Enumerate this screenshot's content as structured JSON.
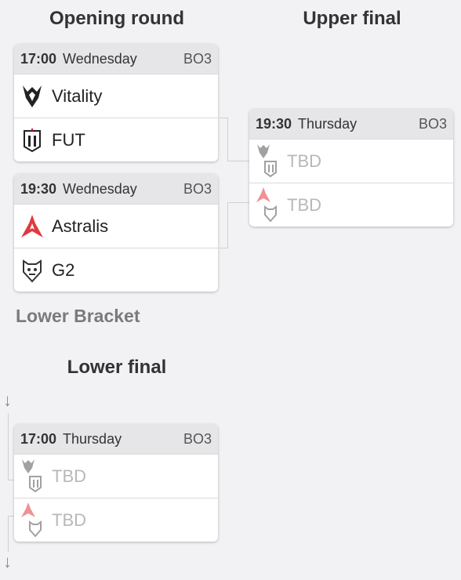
{
  "rounds": {
    "opening_round": "Opening round",
    "upper_final": "Upper final",
    "lower_final": "Lower final"
  },
  "lower_bracket_label": "Lower Bracket",
  "matches": [
    {
      "time": "17:00",
      "day": "Wednesday",
      "format": "BO3",
      "teams": [
        {
          "name": "Vitality",
          "logo": "vitality-logo"
        },
        {
          "name": "FUT",
          "logo": "fut-logo"
        }
      ]
    },
    {
      "time": "19:30",
      "day": "Wednesday",
      "format": "BO3",
      "teams": [
        {
          "name": "Astralis",
          "logo": "astralis-logo"
        },
        {
          "name": "G2",
          "logo": "g2-logo"
        }
      ]
    },
    {
      "time": "19:30",
      "day": "Thursday",
      "format": "BO3",
      "teams": [
        {
          "name": "TBD",
          "logo": "vitality-fut-logo"
        },
        {
          "name": "TBD",
          "logo": "astralis-g2-logo"
        }
      ]
    },
    {
      "time": "17:00",
      "day": "Thursday",
      "format": "BO3",
      "teams": [
        {
          "name": "TBD",
          "logo": "vitality-fut-logo"
        },
        {
          "name": "TBD",
          "logo": "astralis-g2-logo"
        }
      ]
    }
  ],
  "colors": {
    "astralis_red": "#e2383f",
    "vitality": "#222222",
    "fut_red": "#c8102e"
  }
}
